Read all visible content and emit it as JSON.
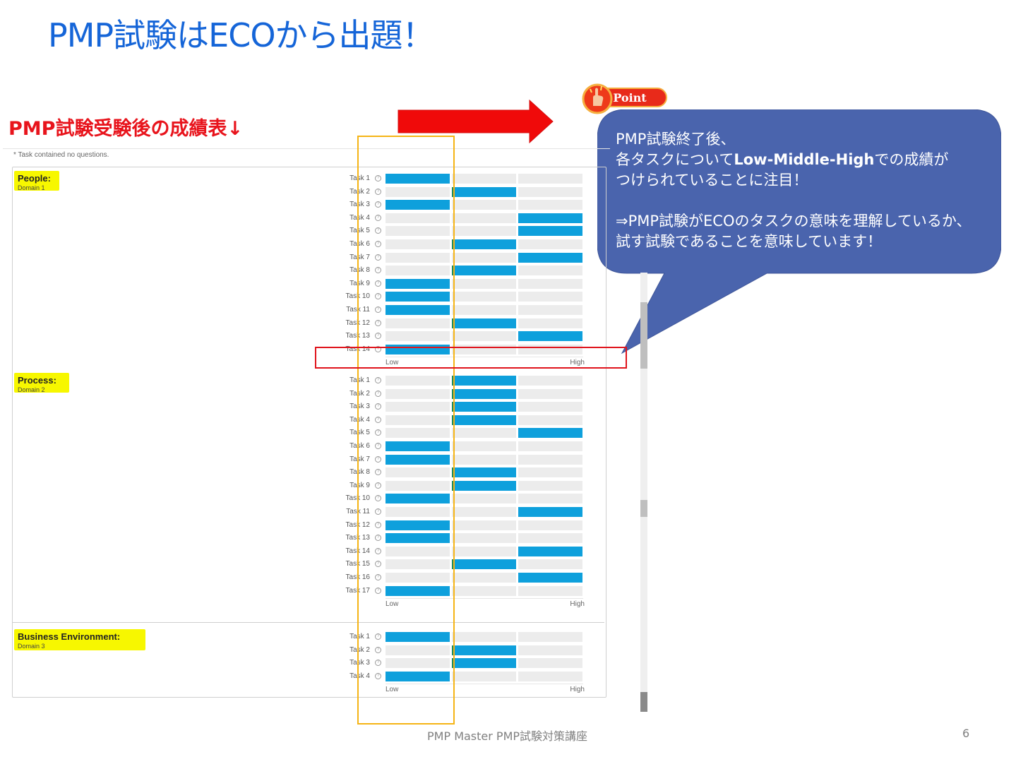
{
  "slide": {
    "title": "PMP試験はECOから出題！",
    "subtitle": "PMP試験受験後の成績表↓",
    "point_badge": "Point",
    "callout": {
      "line1": "PMP試験終了後、",
      "line2_pre": "各タスクについて",
      "line2_em": "Low-Middle-High",
      "line2_post": "での成績が",
      "line3": "つけられていることに注目！",
      "line4": "⇒PMP試験がECOのタスクの意味を理解しているか、",
      "line5": "試す試験であることを意味しています！"
    },
    "footer": "PMP Master PMP試験対策講座",
    "page_number": "6",
    "colors": {
      "title": "#1565d8",
      "accent_red": "#e8141c",
      "callout_bg": "#4a64ad",
      "bar": "#0ea0dc"
    }
  },
  "report": {
    "note": "* Task contained no questions.",
    "axis_low": "Low",
    "axis_high": "High",
    "domains": [
      {
        "name": "People:",
        "sub": "Domain 1",
        "tasks": [
          {
            "label": "Task 1",
            "level": 0
          },
          {
            "label": "Task 2",
            "level": 1
          },
          {
            "label": "Task 3",
            "level": 0
          },
          {
            "label": "Task 4",
            "level": 2
          },
          {
            "label": "Task 5",
            "level": 2
          },
          {
            "label": "Task 6",
            "level": 1
          },
          {
            "label": "Task 7",
            "level": 2
          },
          {
            "label": "Task 8",
            "level": 1
          },
          {
            "label": "Task 9",
            "level": 0
          },
          {
            "label": "Task 10",
            "level": 0
          },
          {
            "label": "Task 11",
            "level": 0
          },
          {
            "label": "Task 12",
            "level": 1
          },
          {
            "label": "Task 13",
            "level": 2
          },
          {
            "label": "Task 14",
            "level": 0
          }
        ]
      },
      {
        "name": "Process:",
        "sub": "Domain 2",
        "tasks": [
          {
            "label": "Task 1",
            "level": 1
          },
          {
            "label": "Task 2",
            "level": 1
          },
          {
            "label": "Task 3",
            "level": 1
          },
          {
            "label": "Task 4",
            "level": 1
          },
          {
            "label": "Task 5",
            "level": 2
          },
          {
            "label": "Task 6",
            "level": 0
          },
          {
            "label": "Task 7",
            "level": 0
          },
          {
            "label": "Task 8",
            "level": 1
          },
          {
            "label": "Task 9",
            "level": 1
          },
          {
            "label": "Task 10",
            "level": 0
          },
          {
            "label": "Task 11",
            "level": 2
          },
          {
            "label": "Task 12",
            "level": 0
          },
          {
            "label": "Task 13",
            "level": 0
          },
          {
            "label": "Task 14",
            "level": 2
          },
          {
            "label": "Task 15",
            "level": 1
          },
          {
            "label": "Task 16",
            "level": 2
          },
          {
            "label": "Task 17",
            "level": 0
          }
        ]
      },
      {
        "name": "Business Environment:",
        "sub": "Domain 3",
        "tasks": [
          {
            "label": "Task 1",
            "level": 0
          },
          {
            "label": "Task 2",
            "level": 1
          },
          {
            "label": "Task 3",
            "level": 1
          },
          {
            "label": "Task 4",
            "level": 0
          }
        ]
      }
    ]
  }
}
